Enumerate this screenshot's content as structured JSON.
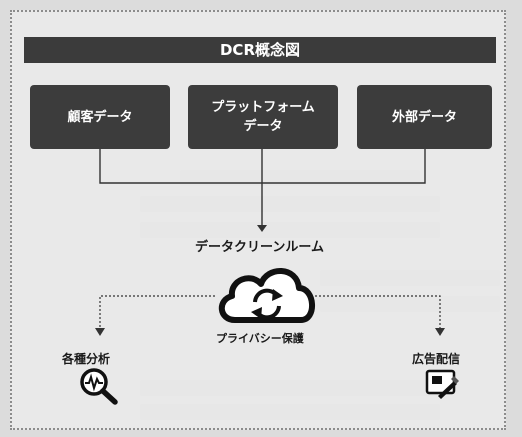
{
  "diagram": {
    "title": "DCR概念図",
    "sources": [
      {
        "label_lines": [
          "顧客データ"
        ]
      },
      {
        "label_lines": [
          "プラットフォーム",
          "データ"
        ]
      },
      {
        "label_lines": [
          "外部データ"
        ]
      }
    ],
    "hub_label": "データクリーンルーム",
    "privacy_label": "プライバシー保護",
    "outputs": [
      {
        "label": "各種分析",
        "icon": "magnifier-analysis-icon"
      },
      {
        "label": "広告配信",
        "icon": "ad-delivery-icon"
      }
    ],
    "center_icon": "cloud-sync-icon",
    "colors": {
      "box": "#3c3c3c",
      "title_bar": "#3b3b3b",
      "text_on_dark": "#ffffff",
      "line": "#333333"
    }
  }
}
